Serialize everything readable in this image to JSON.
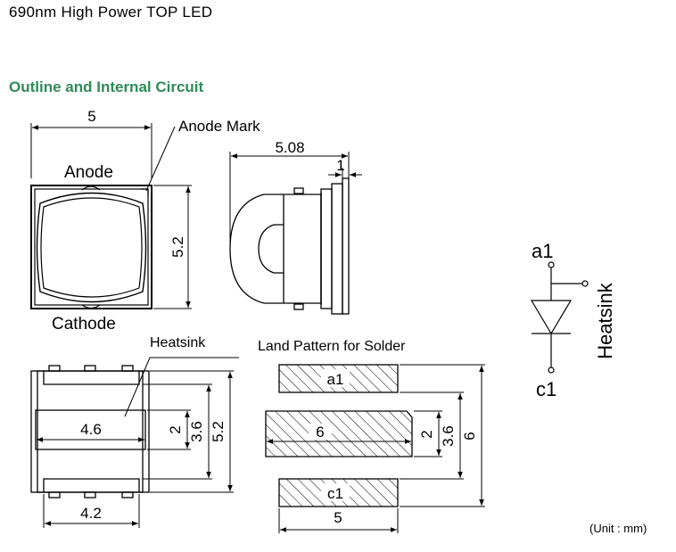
{
  "header": {
    "title": "690nm High Power TOP LED",
    "section": "Outline and Internal Circuit"
  },
  "top_view": {
    "width_dim": "5",
    "height_dim": "5.2",
    "anode_mark": "Anode Mark",
    "anode": "Anode",
    "cathode": "Cathode"
  },
  "side_view": {
    "length_dim": "5.08",
    "thickness_dim": "1"
  },
  "bottom_view": {
    "heatsink": "Heatsink",
    "pad_width": "4.6",
    "bottom_width": "4.2",
    "dim_2": "2",
    "dim_36": "3.6",
    "dim_52": "5.2"
  },
  "land_pattern": {
    "title": "Land Pattern for Solder",
    "a1": "a1",
    "c1": "c1",
    "mid_width": "6",
    "total_width": "5",
    "dim_2": "2",
    "dim_36": "3.6",
    "dim_6": "6"
  },
  "circuit": {
    "a1": "a1",
    "c1": "c1",
    "heatsink": "Heatsink"
  },
  "unit": "(Unit : mm)"
}
